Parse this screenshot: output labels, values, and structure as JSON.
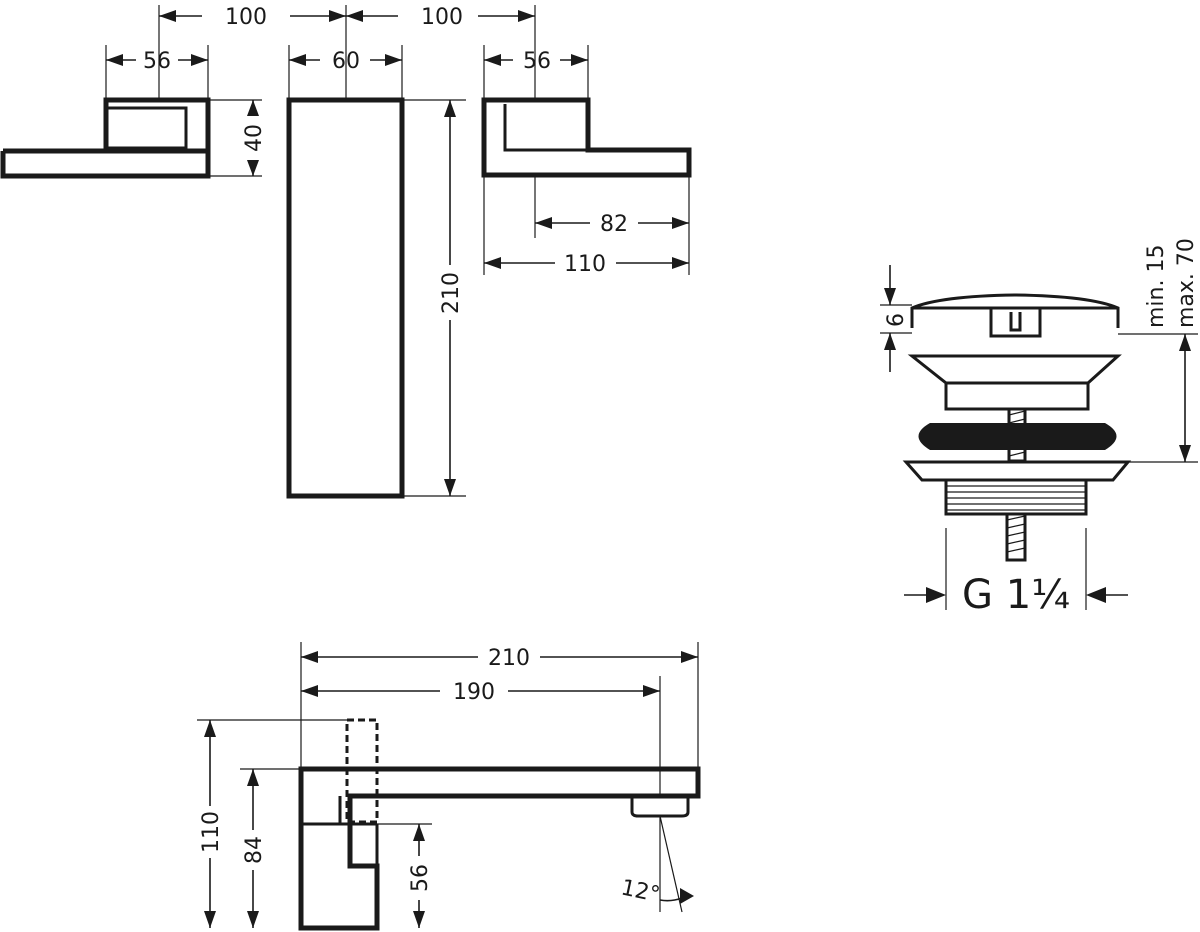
{
  "dimensions": {
    "top_left_spacing": "100",
    "top_right_spacing": "100",
    "left_handle_width": "56",
    "spout_width": "60",
    "right_handle_width": "56",
    "left_handle_height": "40",
    "spout_length": "210",
    "right_handle_lever": "82",
    "right_handle_depth": "110",
    "waste_cap_height": "6",
    "waste_range_min": "min. 15",
    "waste_range_max": "max. 70",
    "waste_thread": "G 1¼",
    "side_total_length": "210",
    "side_reach": "190",
    "side_total_height": "110",
    "side_spout_height": "84",
    "side_body_height": "56",
    "flow_angle": "12°"
  }
}
